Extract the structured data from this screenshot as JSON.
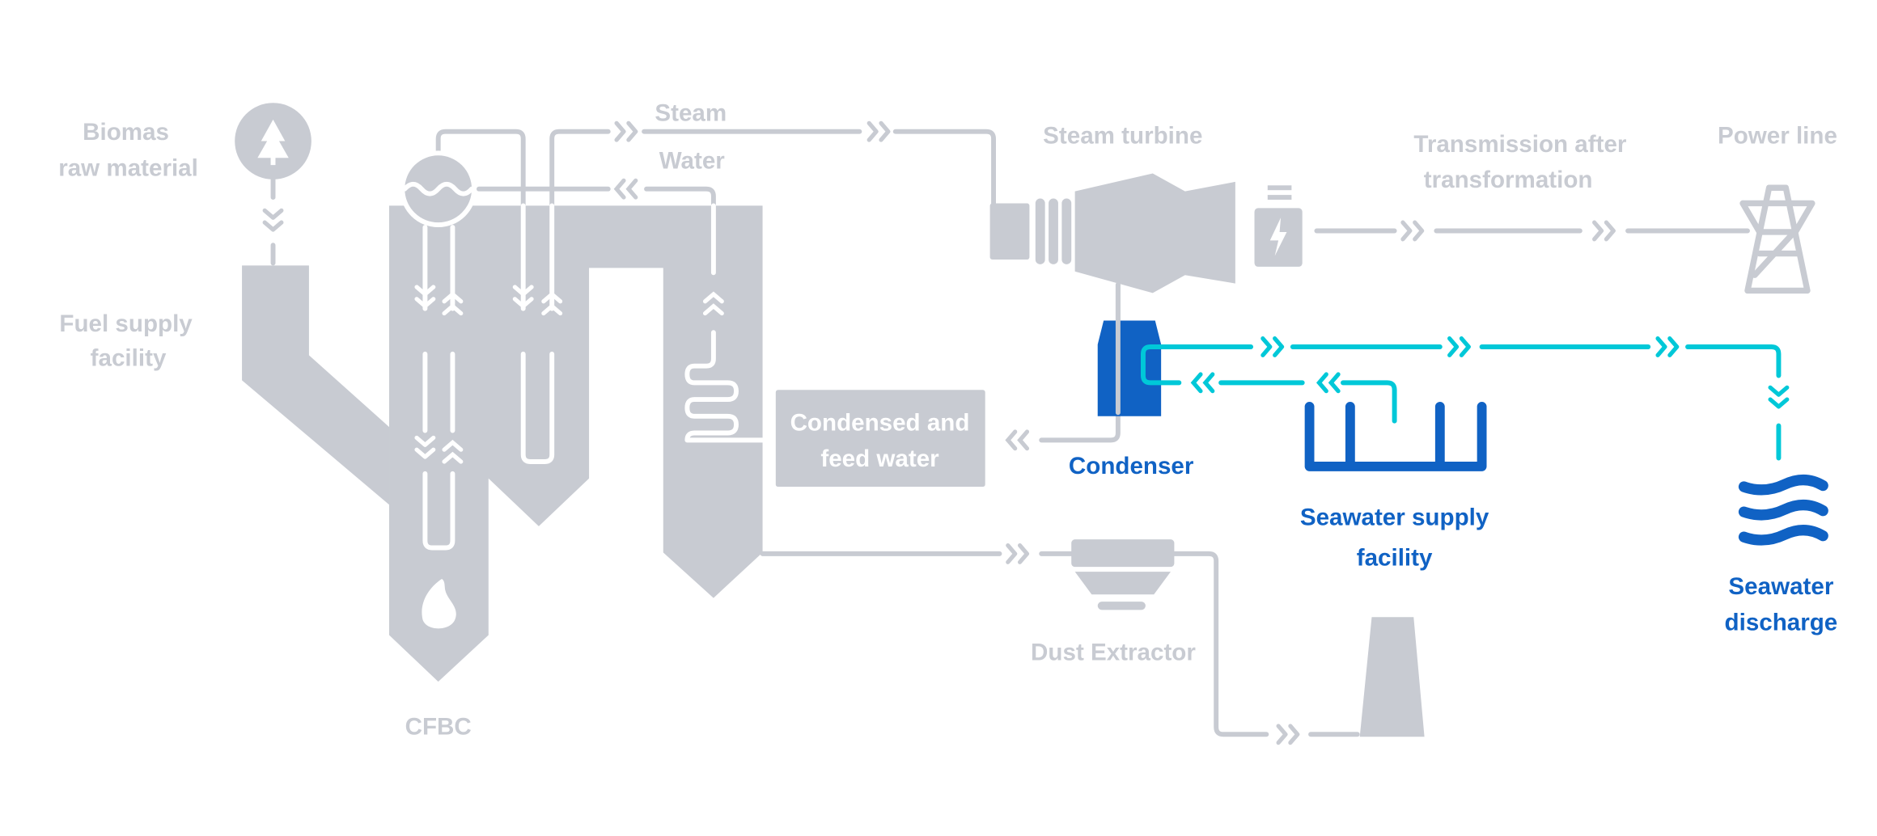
{
  "colors": {
    "inactive": "#c8cbd2",
    "highlight": "#1062c4",
    "flow": "#00c8d8",
    "background": "#ffffff"
  },
  "labels": {
    "biomas_1": "Biomas",
    "biomas_2": "raw material",
    "fuel_1": "Fuel supply",
    "fuel_2": "facility",
    "steam": "Steam",
    "water": "Water",
    "cfbc": "CFBC",
    "condensed_1": "Condensed and",
    "condensed_2": "feed water",
    "steam_turbine": "Steam turbine",
    "transmission_1": "Transmission after",
    "transmission_2": "transformation",
    "power_line": "Power line",
    "condenser": "Condenser",
    "seawater_supply_1": "Seawater supply",
    "seawater_supply_2": "facility",
    "seawater_discharge_1": "Seawater",
    "seawater_discharge_2": "discharge",
    "dust_extractor": "Dust Extractor"
  },
  "icons": [
    "tree-icon",
    "steam-drum-icon",
    "flame-icon",
    "turbine-icon",
    "battery-icon",
    "power-tower-icon",
    "condenser-icon",
    "seawater-intake-icon",
    "waves-icon",
    "dust-extractor-icon",
    "chimney-icon",
    "chevron-icon"
  ]
}
